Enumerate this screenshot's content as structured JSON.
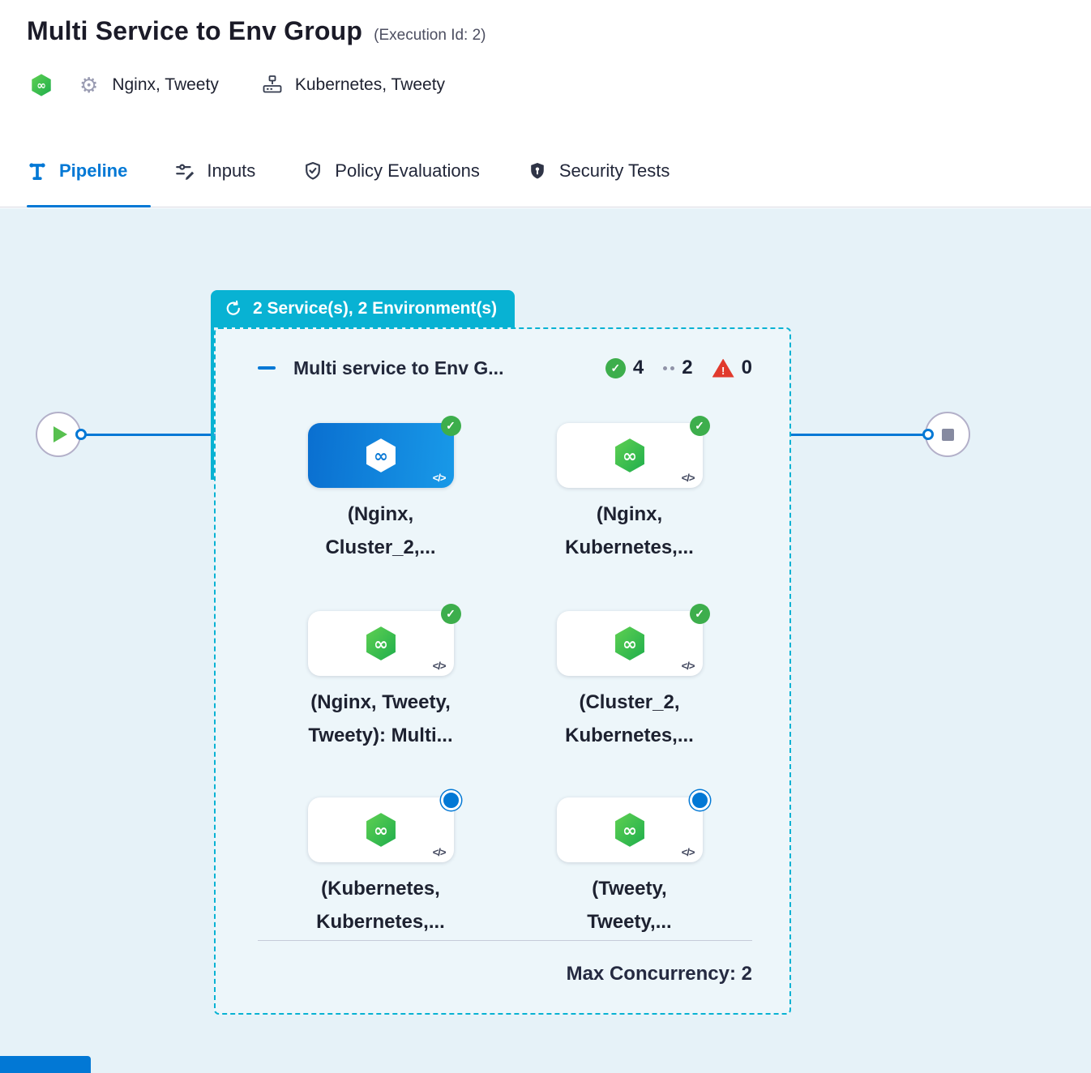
{
  "header": {
    "title": "Multi Service to Env Group",
    "execution_id": "(Execution Id: 2)",
    "services": "Nginx, Tweety",
    "environments": "Kubernetes, Tweety"
  },
  "tabs": [
    {
      "label": "Pipeline",
      "active": true
    },
    {
      "label": "Inputs",
      "active": false
    },
    {
      "label": "Policy Evaluations",
      "active": false
    },
    {
      "label": "Security Tests",
      "active": false
    }
  ],
  "pipeline": {
    "group_badge": "2 Service(s), 2 Environment(s)",
    "group_title": "Multi service to Env G...",
    "counts": {
      "success": "4",
      "pending": "2",
      "failed": "0"
    },
    "max_concurrency": "Max Concurrency: 2",
    "code_glyph": "</>",
    "stages": [
      {
        "line1": "(Nginx,",
        "line2": "Cluster_2,...",
        "status": "success",
        "selected": true
      },
      {
        "line1": "(Nginx,",
        "line2": "Kubernetes,...",
        "status": "success",
        "selected": false
      },
      {
        "line1": "(Nginx, Tweety,",
        "line2": "Tweety): Multi...",
        "status": "success",
        "selected": false
      },
      {
        "line1": "(Cluster_2,",
        "line2": "Kubernetes,...",
        "status": "success",
        "selected": false
      },
      {
        "line1": "(Kubernetes,",
        "line2": "Kubernetes,...",
        "status": "queued",
        "selected": false
      },
      {
        "line1": "(Tweety,",
        "line2": "Tweety,...",
        "status": "queued",
        "selected": false
      }
    ]
  },
  "colors": {
    "accent_blue": "#0278d5",
    "group_cyan": "#08b2d3",
    "success_green": "#3dae4c",
    "error_red": "#e13a2d"
  }
}
